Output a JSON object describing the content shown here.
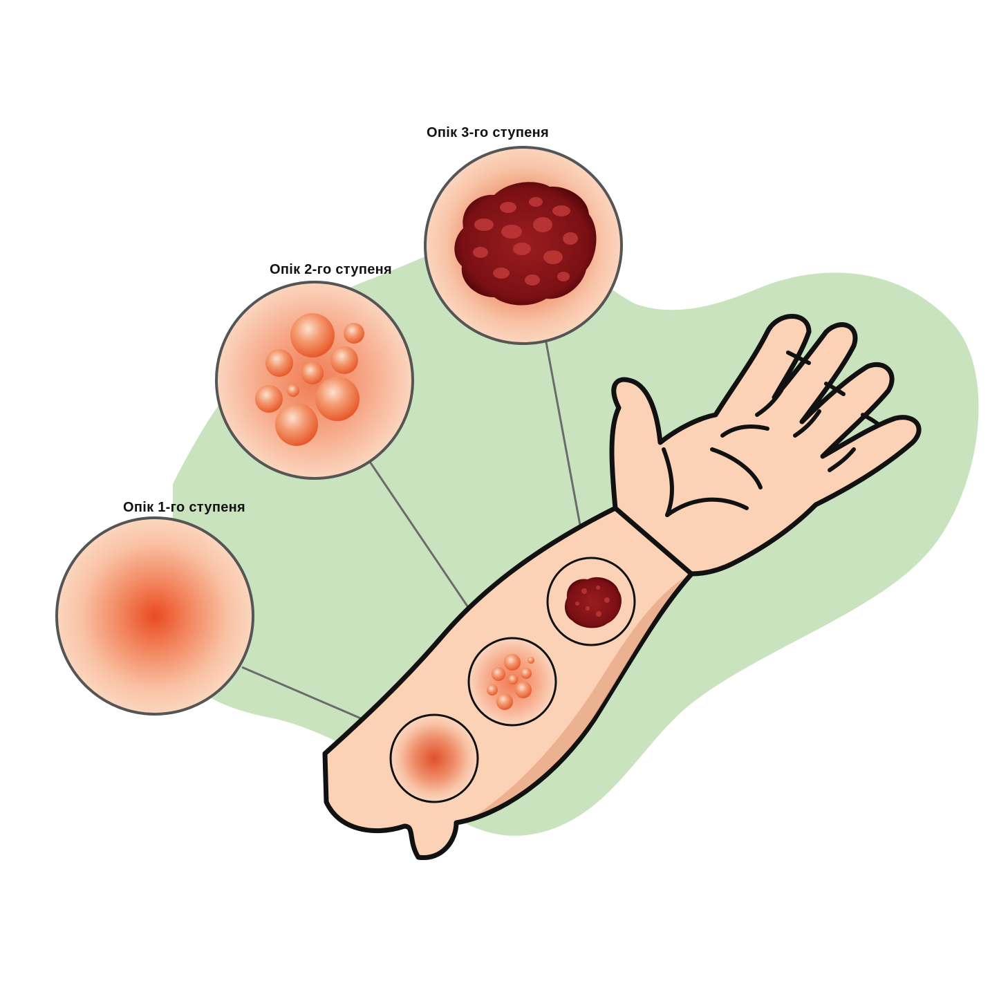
{
  "labels": {
    "degree_1": "Опік 1-го ступеня",
    "degree_2": "Опік 2-го ступеня",
    "degree_3": "Опік 3-го ступеня"
  },
  "colors": {
    "background_blob": "#c9e3be",
    "skin": "#fbd2b6",
    "skin_shadow": "#e9ad8c",
    "outline": "#111111",
    "burn_red": "#e8502a",
    "burn_dark": "#7a0f14",
    "connector": "#6b6b6b"
  }
}
